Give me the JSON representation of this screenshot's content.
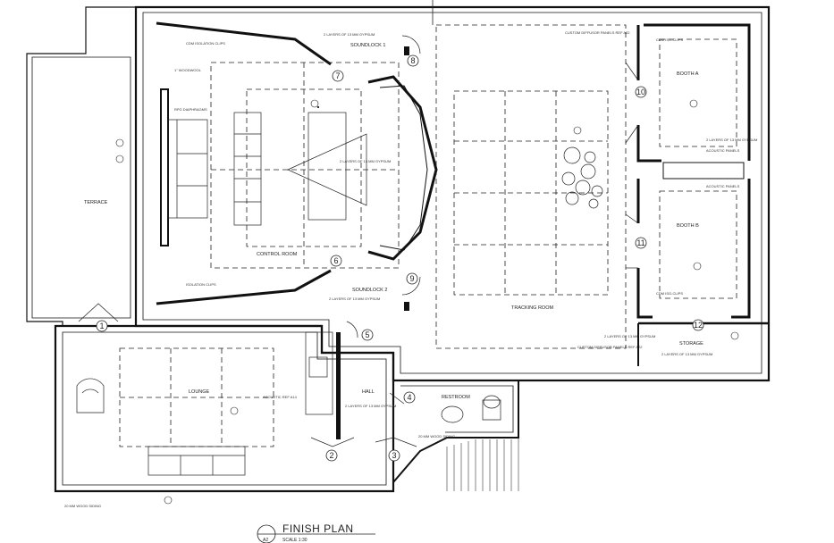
{
  "rooms": {
    "terrace": "TERRACE",
    "control_room": "CONTROL ROOM",
    "soundlock_1": "SOUNDLOCK 1",
    "soundlock_2": "SOUNDLOCK 2",
    "tracking_room": "TRACKING ROOM",
    "booth_a": "BOOTH A",
    "booth_b": "BOOTH B",
    "storage": "STORAGE",
    "lounge": "LOUNGE",
    "hall": "HALL",
    "restroom": "RESTROOM"
  },
  "doors": [
    "1",
    "2",
    "3",
    "4",
    "5",
    "6",
    "7",
    "8",
    "9",
    "10",
    "11",
    "12"
  ],
  "notes": {
    "gypsum_top": "2 LAYERS OF 13 MM GYPSUM",
    "gypsum_bottom": "2 LAYERS OF 13 MM GYPSUM",
    "gypsum_center": "2 LAYERS OF 13 MM GYPSUM",
    "gypsum_hall": "2 LAYERS OF 13 MM GYPSUM",
    "gypsum_storage": "2 LAYERS OF 13 MM GYPSUM",
    "gypsum_lower_right": "2 LAYERS OF 13 MM GYPSUM",
    "gypsum_booth": "2 LAYERS OF 13 MM GYPSUM",
    "diffusor_top": "CUSTOM DIFFUSOR PANELS REF A22",
    "diffusor_bottom": "CUSTOM DIFFUSOR PANELS REF A22",
    "woodwool": "1\" WOODWOOL",
    "absorber": "RPG DIAPHRAGMS",
    "acoustic_ref": "ACOUSTIC REF A14",
    "wood_siding_lounge": "20 MM WOOD SIDING",
    "wood_siding_rest": "20 MM WOOD SIDING",
    "isolation_top": "CDM ISOLATION CLIPS",
    "isolation_bottom": "ISOLATION CLIPS",
    "booth_a_note": "CDM ISO-CLIPS",
    "booth_b_note": "CDM ISO-CLIPS",
    "booth_a_panels": "ACOUSTIC PANELS",
    "booth_b_panels": "ACOUSTIC PANELS"
  },
  "title": {
    "name": "FINISH PLAN",
    "sheet": "A2",
    "scale": "SCALE 1:30"
  }
}
